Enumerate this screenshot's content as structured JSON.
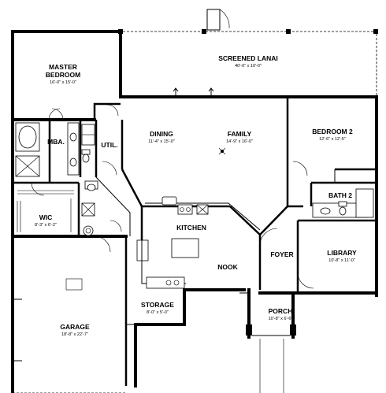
{
  "rooms": {
    "screened_lanai": {
      "name": "SCREENED LANAI",
      "dims": "40'-0\" x 10'-0\""
    },
    "master_bedroom": {
      "name_line1": "MASTER",
      "name_line2": "BEDROOM",
      "dims": "16'-0\" x 15'-0\""
    },
    "dining": {
      "name": "DINING",
      "dims": "11'-4\" x 15'-0\""
    },
    "family": {
      "name": "FAMILY",
      "dims": "14'-9\" x 16'-0\""
    },
    "bedroom2": {
      "name": "BEDROOM 2",
      "dims": "12'-6\" x 12'-5\""
    },
    "mba": {
      "name": "MBA."
    },
    "util": {
      "name": "UTIL."
    },
    "wic": {
      "name": "WIC",
      "dims": "8'-3\" x 6'-2\""
    },
    "kitchen": {
      "name": "KITCHEN"
    },
    "bath2": {
      "name": "BATH 2"
    },
    "foyer": {
      "name": "FOYER"
    },
    "library": {
      "name": "LIBRARY",
      "dims": "10'-8\" x 11'-0\""
    },
    "nook": {
      "name": "NOOK"
    },
    "storage": {
      "name": "STORAGE",
      "dims": "8'-0\" x 5'-0\""
    },
    "porch": {
      "name": "PORCH",
      "dims": "10'-8\" x 6'-6\""
    },
    "garage": {
      "name": "GARAGE",
      "dims": "18'-8\" x 22'-7\""
    }
  }
}
